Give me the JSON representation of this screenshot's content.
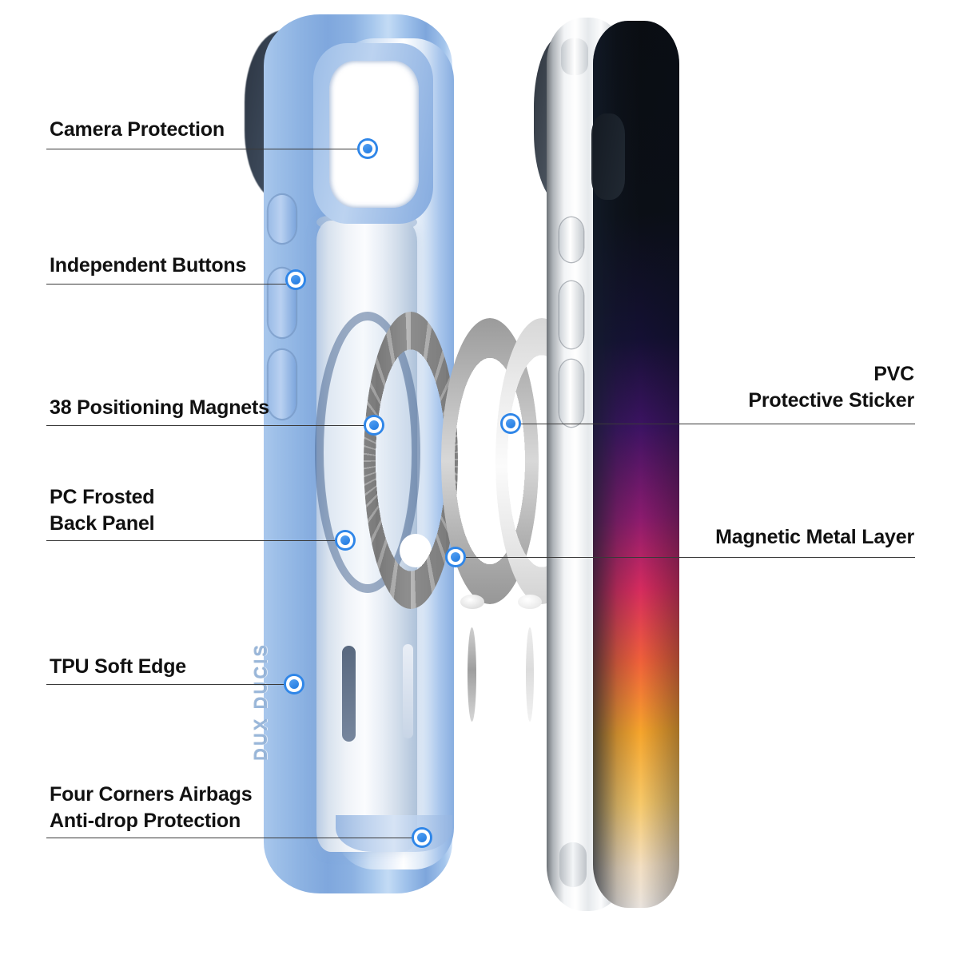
{
  "diagram": {
    "title": "Phone Case Exploded Feature Diagram",
    "brand": "DUX DUCIS",
    "accent_marker_color": "#2f86e8",
    "leader_line_color": "#3a3a3a",
    "background_color": "#ffffff",
    "case_color": "#8cb2e2"
  },
  "callouts_left": [
    {
      "id": "camera-protection",
      "label": "Camera Protection"
    },
    {
      "id": "independent-buttons",
      "label": "Independent Buttons"
    },
    {
      "id": "positioning-magnets",
      "label": "38 Positioning Magnets"
    },
    {
      "id": "pc-frosted-back-panel",
      "label": "PC Frosted\nBack Panel"
    },
    {
      "id": "tpu-soft-edge",
      "label": "TPU Soft Edge"
    },
    {
      "id": "four-corners-airbags",
      "label": "Four Corners Airbags\nAnti-drop Protection"
    }
  ],
  "callouts_right": [
    {
      "id": "pvc-protective-sticker",
      "label": "PVC\nProtective Sticker"
    },
    {
      "id": "magnetic-metal-layer",
      "label": "Magnetic Metal Layer"
    }
  ],
  "layers": [
    {
      "id": "ring-magnet",
      "name": "38 segment positioning magnet ring",
      "color": "#9a9a9a"
    },
    {
      "id": "ring-metal",
      "name": "Magnetic metal layer ring",
      "color": "#b6b6b6"
    },
    {
      "id": "ring-pvc",
      "name": "PVC protective sticker ring",
      "color": "#f0f0f0"
    }
  ]
}
